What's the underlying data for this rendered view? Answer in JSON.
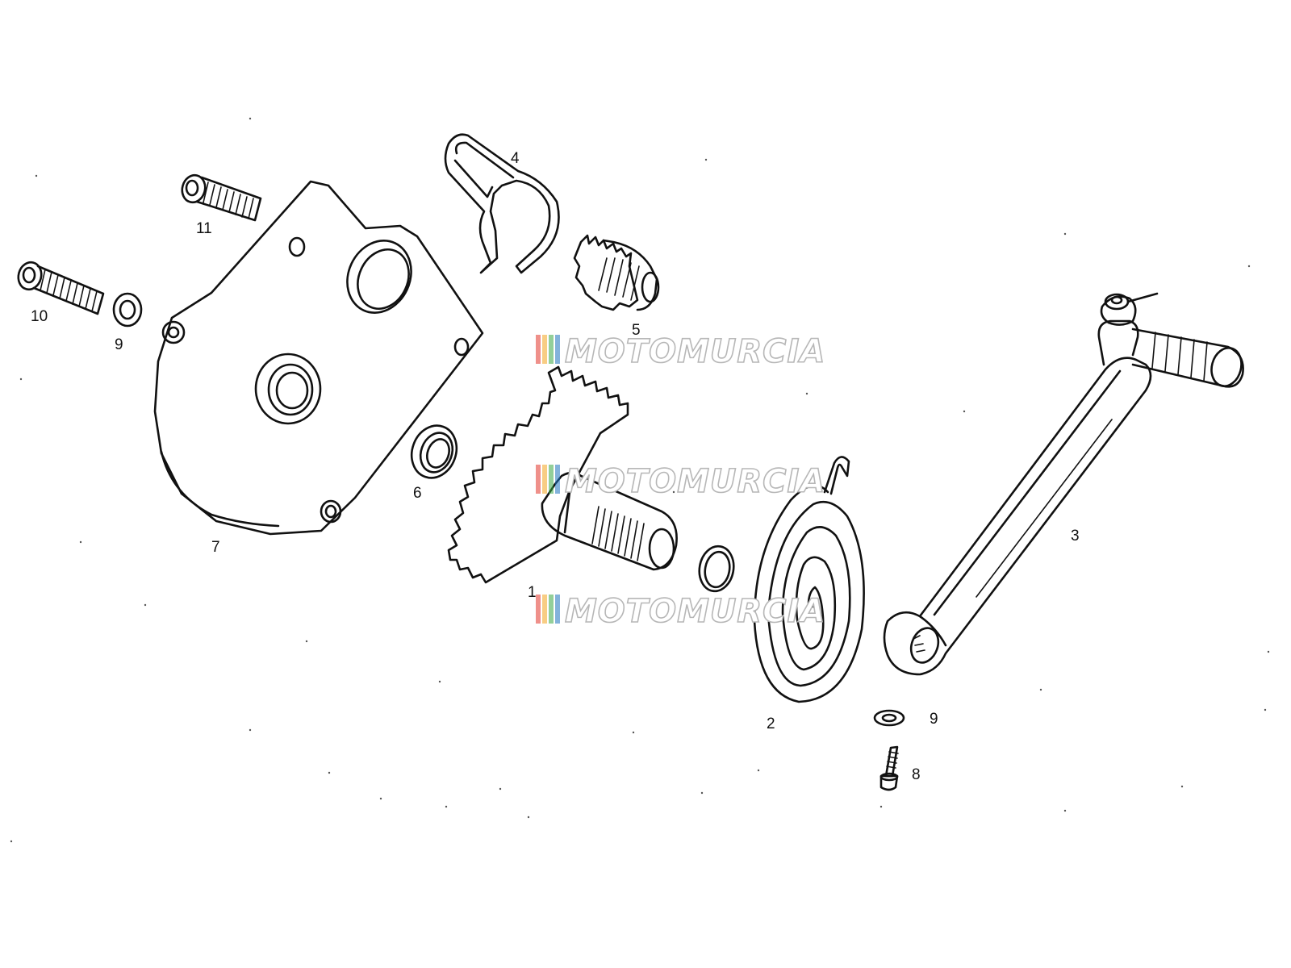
{
  "labels": {
    "p1": "1",
    "p2": "2",
    "p3": "3",
    "p4": "4",
    "p5": "5",
    "p6": "6",
    "p7": "7",
    "p8": "8",
    "p9a": "9",
    "p9b": "9",
    "p10": "10",
    "p11": "11"
  },
  "watermark": {
    "text": "MOTOMURCIA",
    "stripe_colors": [
      "#e2342a",
      "#f2a41f",
      "#3aa845",
      "#1e73be"
    ]
  }
}
